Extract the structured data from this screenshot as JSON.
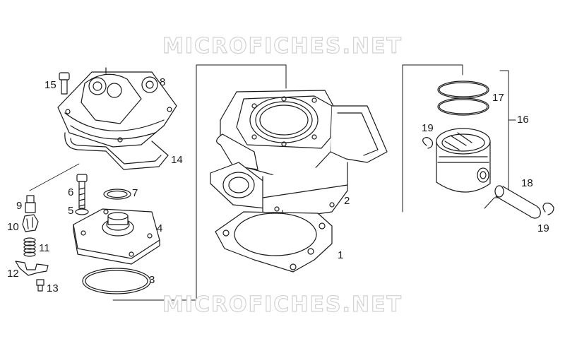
{
  "watermark": {
    "top": "MICROFICHES.NET",
    "bottom": "MICROFICHES.NET"
  },
  "callouts": [
    {
      "id": "c15",
      "text": "15"
    },
    {
      "id": "c8",
      "text": "8"
    },
    {
      "id": "c14",
      "text": "14"
    },
    {
      "id": "c6",
      "text": "6"
    },
    {
      "id": "c7",
      "text": "7"
    },
    {
      "id": "c9",
      "text": "9"
    },
    {
      "id": "c5",
      "text": "5"
    },
    {
      "id": "c4",
      "text": "4"
    },
    {
      "id": "c10",
      "text": "10"
    },
    {
      "id": "c11",
      "text": "11"
    },
    {
      "id": "c12",
      "text": "12"
    },
    {
      "id": "c13",
      "text": "13"
    },
    {
      "id": "c3",
      "text": "3"
    },
    {
      "id": "c2",
      "text": "2"
    },
    {
      "id": "c1",
      "text": "1"
    },
    {
      "id": "c17",
      "text": "17"
    },
    {
      "id": "c16",
      "text": "16"
    },
    {
      "id": "c19a",
      "text": "19"
    },
    {
      "id": "c18",
      "text": "18"
    },
    {
      "id": "c19b",
      "text": "19"
    }
  ],
  "colors": {
    "line": "#1a1a1a",
    "part_fill": "#ffffff",
    "watermark": "#d2d2d2"
  }
}
